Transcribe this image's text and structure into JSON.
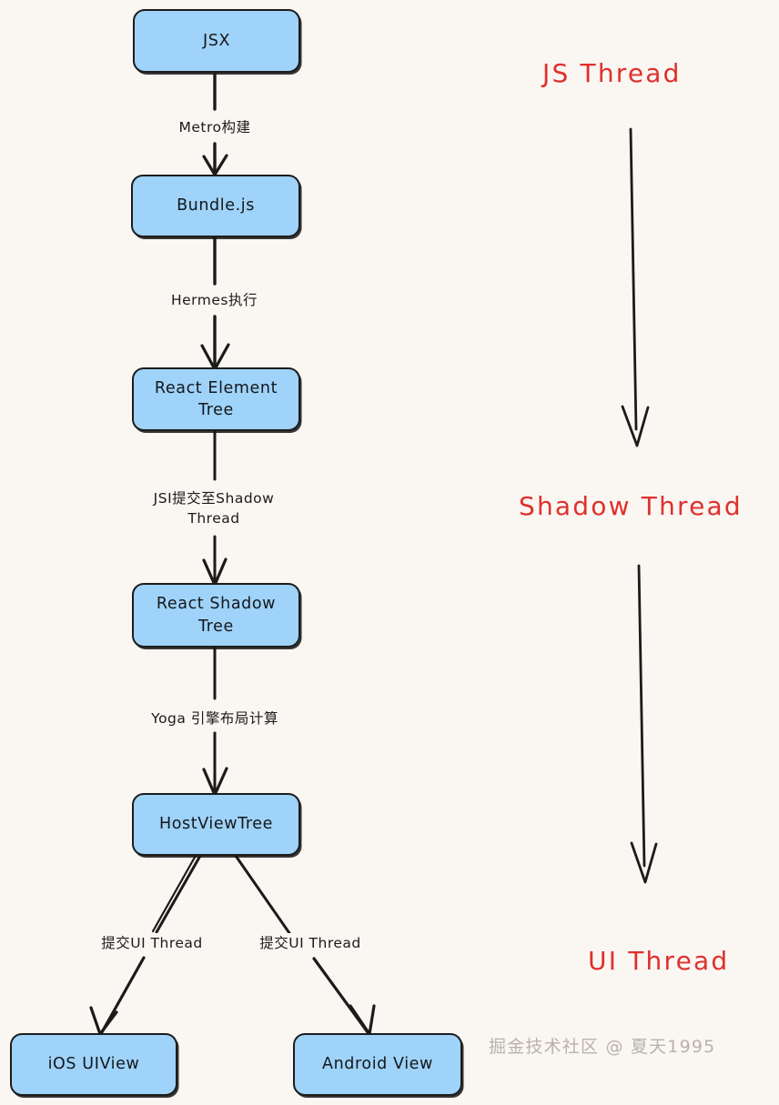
{
  "diagram": {
    "title_watermark": "掘金技术社区 @ 夏天1995",
    "background_color": "#faf6f2",
    "node_fill_color": "#9fd3f9",
    "node_stroke_color": "#1c1c1c",
    "thread_label_color": "#e0302c",
    "nodes": [
      {
        "id": "jsx",
        "label": "JSX"
      },
      {
        "id": "bundle",
        "label": "Bundle.js"
      },
      {
        "id": "element_tree",
        "label": "React Element\nTree"
      },
      {
        "id": "shadow_tree",
        "label": "React Shadow\nTree"
      },
      {
        "id": "host_view",
        "label": "HostViewTree"
      },
      {
        "id": "ios_uiview",
        "label": "iOS UIView"
      },
      {
        "id": "android_view",
        "label": "Android View"
      }
    ],
    "edges": [
      {
        "id": "jsx_to_bundle",
        "label": "Metro构建"
      },
      {
        "id": "bundle_to_element",
        "label": "Hermes执行"
      },
      {
        "id": "element_to_shadow",
        "label": "JSI提交至Shadow\nThread"
      },
      {
        "id": "shadow_to_host",
        "label": "Yoga 引擎布局计算"
      },
      {
        "id": "host_to_ios",
        "label": "提交UI Thread"
      },
      {
        "id": "host_to_android",
        "label": "提交UI Thread"
      }
    ],
    "threads": [
      {
        "id": "js_thread",
        "label": "JS Thread"
      },
      {
        "id": "shadow_thread",
        "label": "Shadow Thread"
      },
      {
        "id": "ui_thread",
        "label": "UI Thread"
      }
    ]
  }
}
